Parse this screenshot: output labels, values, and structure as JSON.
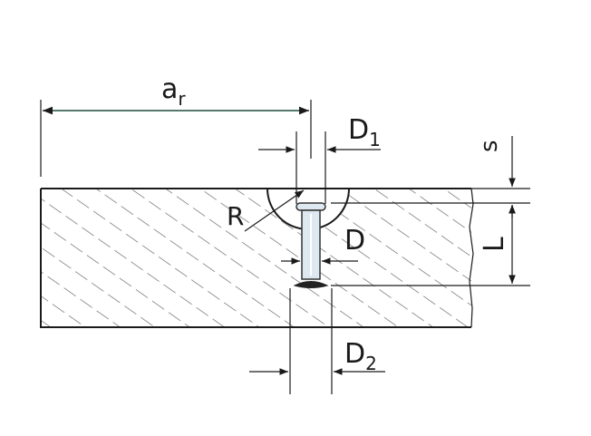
{
  "labels": {
    "ar_main": "a",
    "ar_sub": "r",
    "d1_main": "D",
    "d1_sub": "1",
    "s": "s",
    "r": "R",
    "d": "D",
    "l": "L",
    "d2_main": "D",
    "d2_sub": "2"
  },
  "colors": {
    "line": "#1a1a1a",
    "dim_line": "#1d4d3f",
    "hatch": "#555555",
    "plate_fill": "#ffffff",
    "pin_fill": "#dde8f0",
    "pin_outline": "#333333"
  }
}
